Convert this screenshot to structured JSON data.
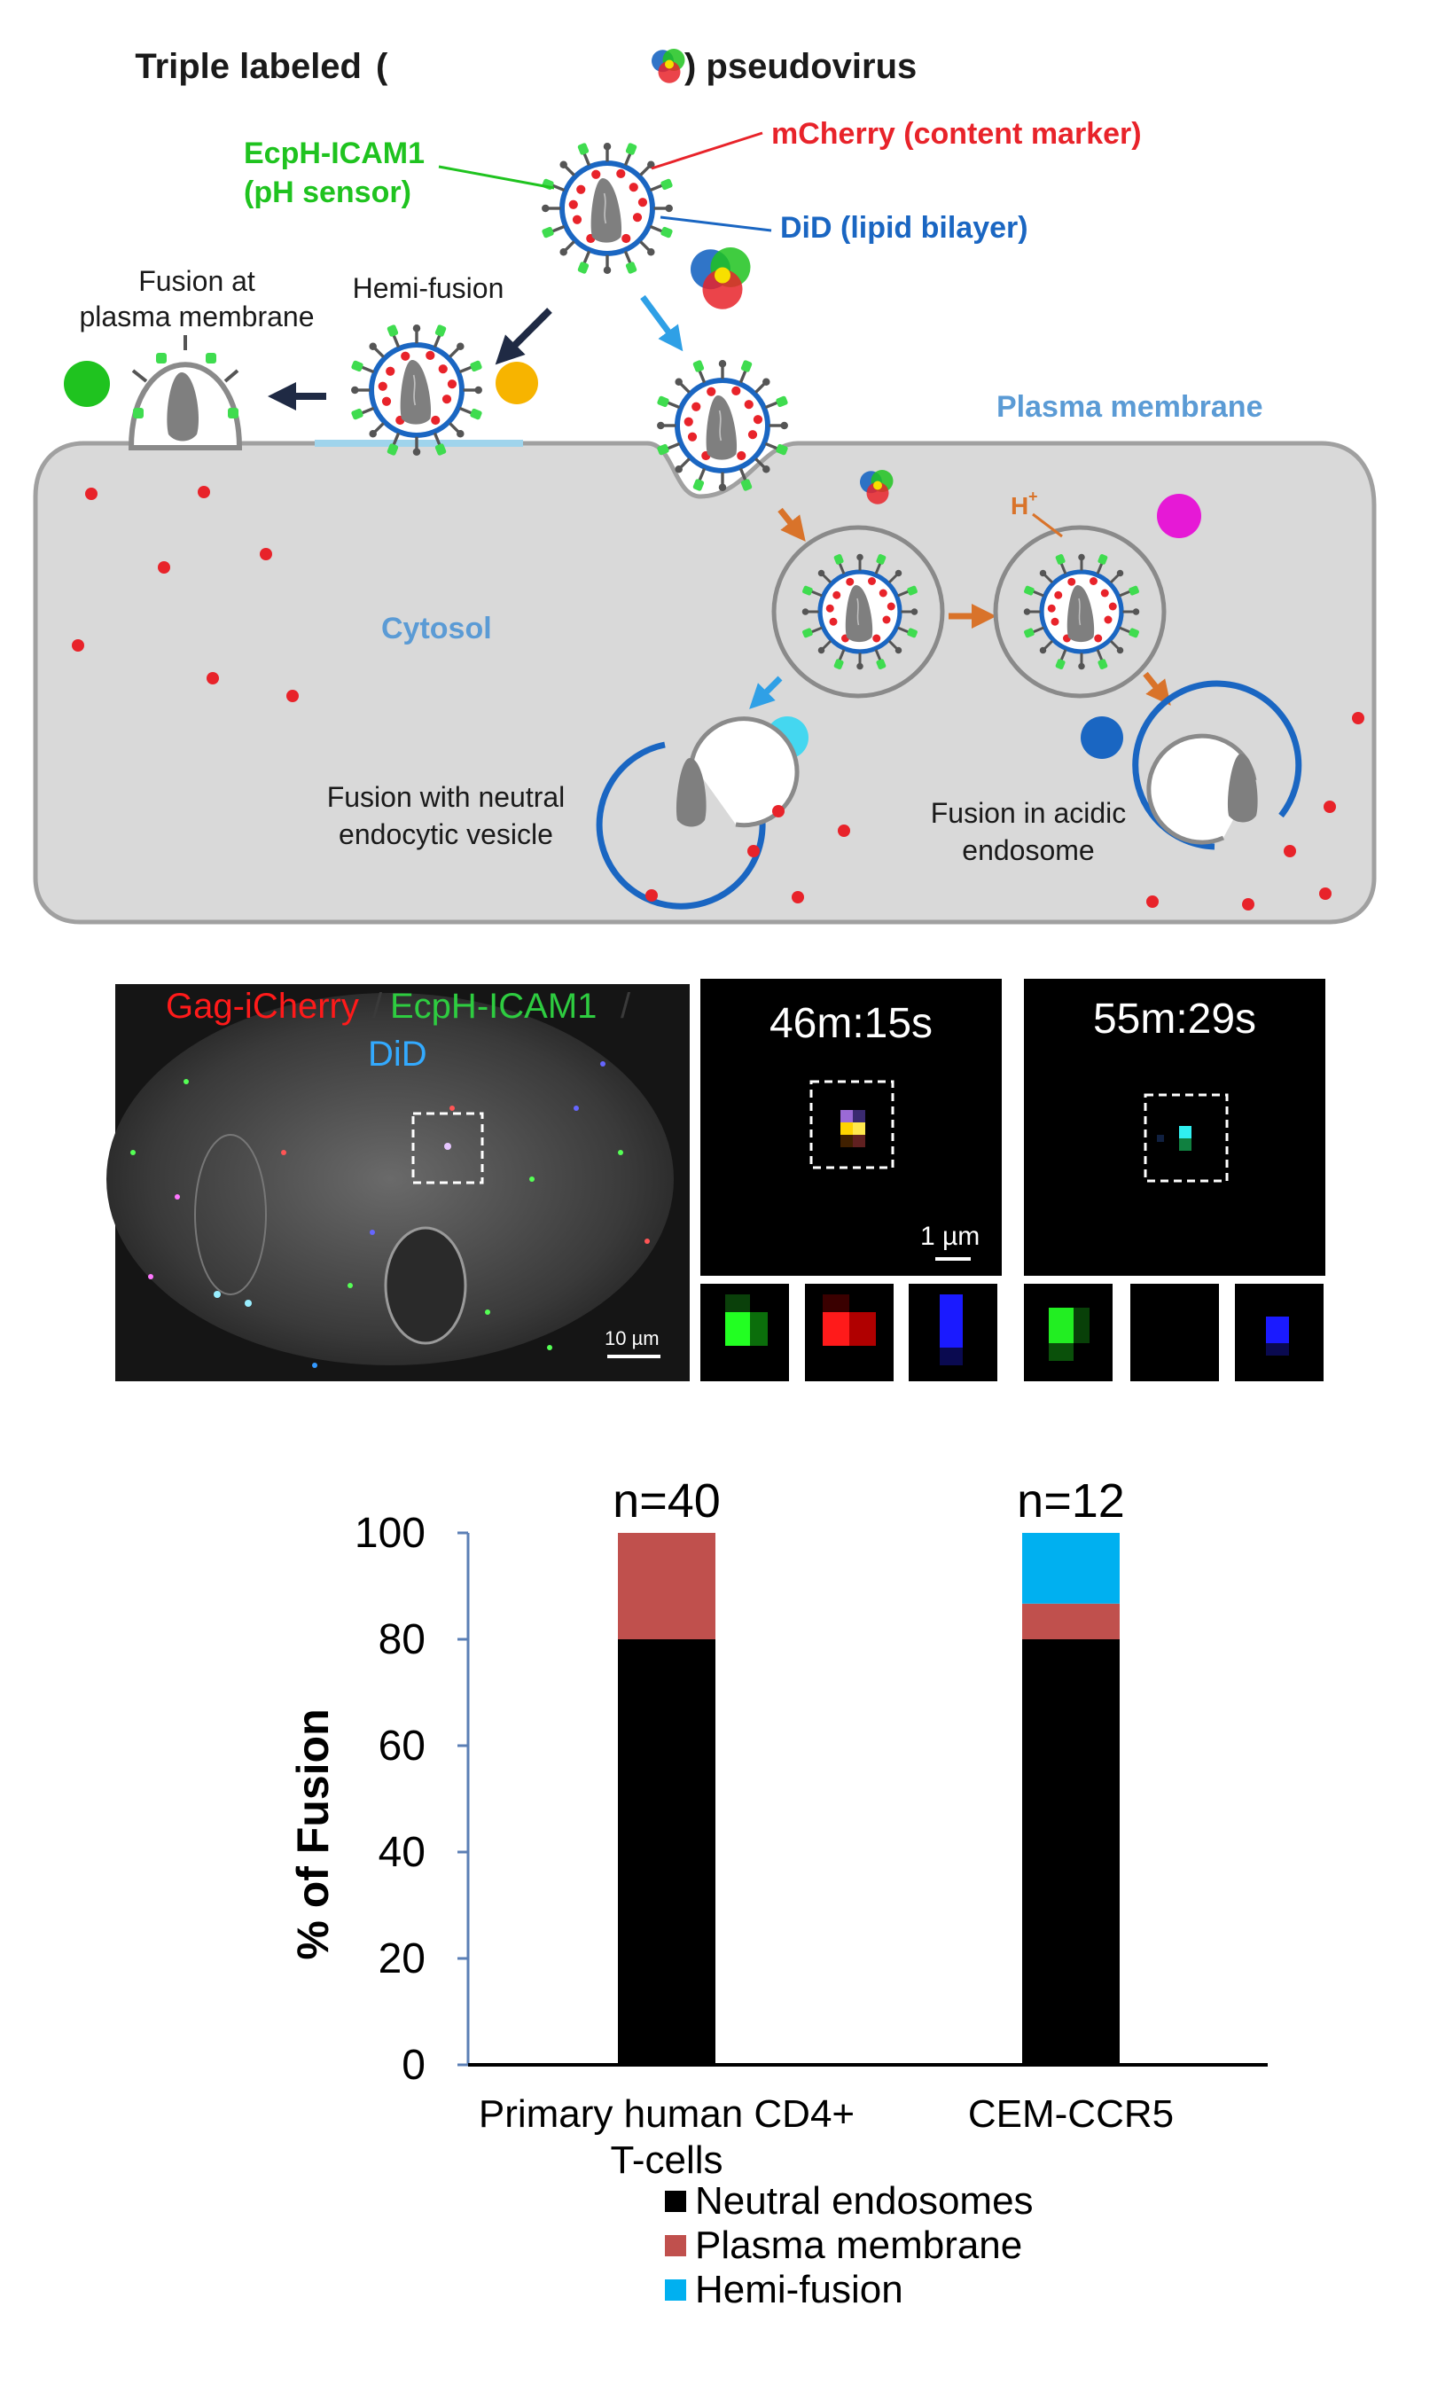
{
  "diagram": {
    "title": "Triple labeled",
    "title_suffix": ") pseudovirus",
    "title_paren_open": "(",
    "label_ecph_line1": "EcpH-ICAM1",
    "label_ecph_line2": "(pH sensor)",
    "label_mcherry": "mCherry (content marker)",
    "label_did": "DiD (lipid bilayer)",
    "label_fusion_pm_line1": "Fusion at",
    "label_fusion_pm_line2": "plasma membrane",
    "label_hemifusion": "Hemi-fusion",
    "label_plasma_membrane": "Plasma membrane",
    "label_cytosol": "Cytosol",
    "label_hplus": "H",
    "label_hplus_sup": "+",
    "label_neutral_line1": "Fusion with neutral",
    "label_neutral_line2": "endocytic vesicle",
    "label_acidic_line1": "Fusion in acidic",
    "label_acidic_line2": "endosome",
    "colors": {
      "green": "#1fc31f",
      "red": "#e8232a",
      "blue": "#1a66c2",
      "lightblue": "#5b9bd5",
      "orange": "#d9732a",
      "yellow": "#f7b400",
      "magenta": "#e619d6",
      "cyan": "#44d7f0",
      "cell_fill": "#d9d9d9"
    }
  },
  "microscopy": {
    "overlay_gag": "Gag-iCherry",
    "overlay_sep1": "/",
    "overlay_ecph": "EcpH-ICAM1",
    "overlay_sep2": "/",
    "overlay_did": "DiD",
    "scale_large": "10 µm",
    "time1": "46m:15s",
    "time2": "55m:29s",
    "scale_small": "1 µm"
  },
  "chart_data": {
    "type": "bar",
    "stacked": true,
    "categories": [
      "Primary human CD4+ T-cells",
      "CEM-CCR5"
    ],
    "category_label_lines": [
      [
        "Primary human CD4+",
        "T-cells"
      ],
      [
        "CEM-CCR5"
      ]
    ],
    "n_labels": [
      "n=40",
      "n=12"
    ],
    "series": [
      {
        "name": "Neutral endosomes",
        "values": [
          80,
          80
        ],
        "color": "#000000"
      },
      {
        "name": "Plasma membrane",
        "values": [
          20,
          6.7
        ],
        "color": "#c0504d"
      },
      {
        "name": "Hemi-fusion",
        "values": [
          0,
          13.3
        ],
        "color": "#00b0f0"
      }
    ],
    "ylabel": "% of Fusion",
    "xlabel": "",
    "ylim": [
      0,
      100
    ],
    "yticks": [
      0,
      20,
      40,
      60,
      80,
      100
    ],
    "grid": false,
    "legend_position": "bottom"
  }
}
